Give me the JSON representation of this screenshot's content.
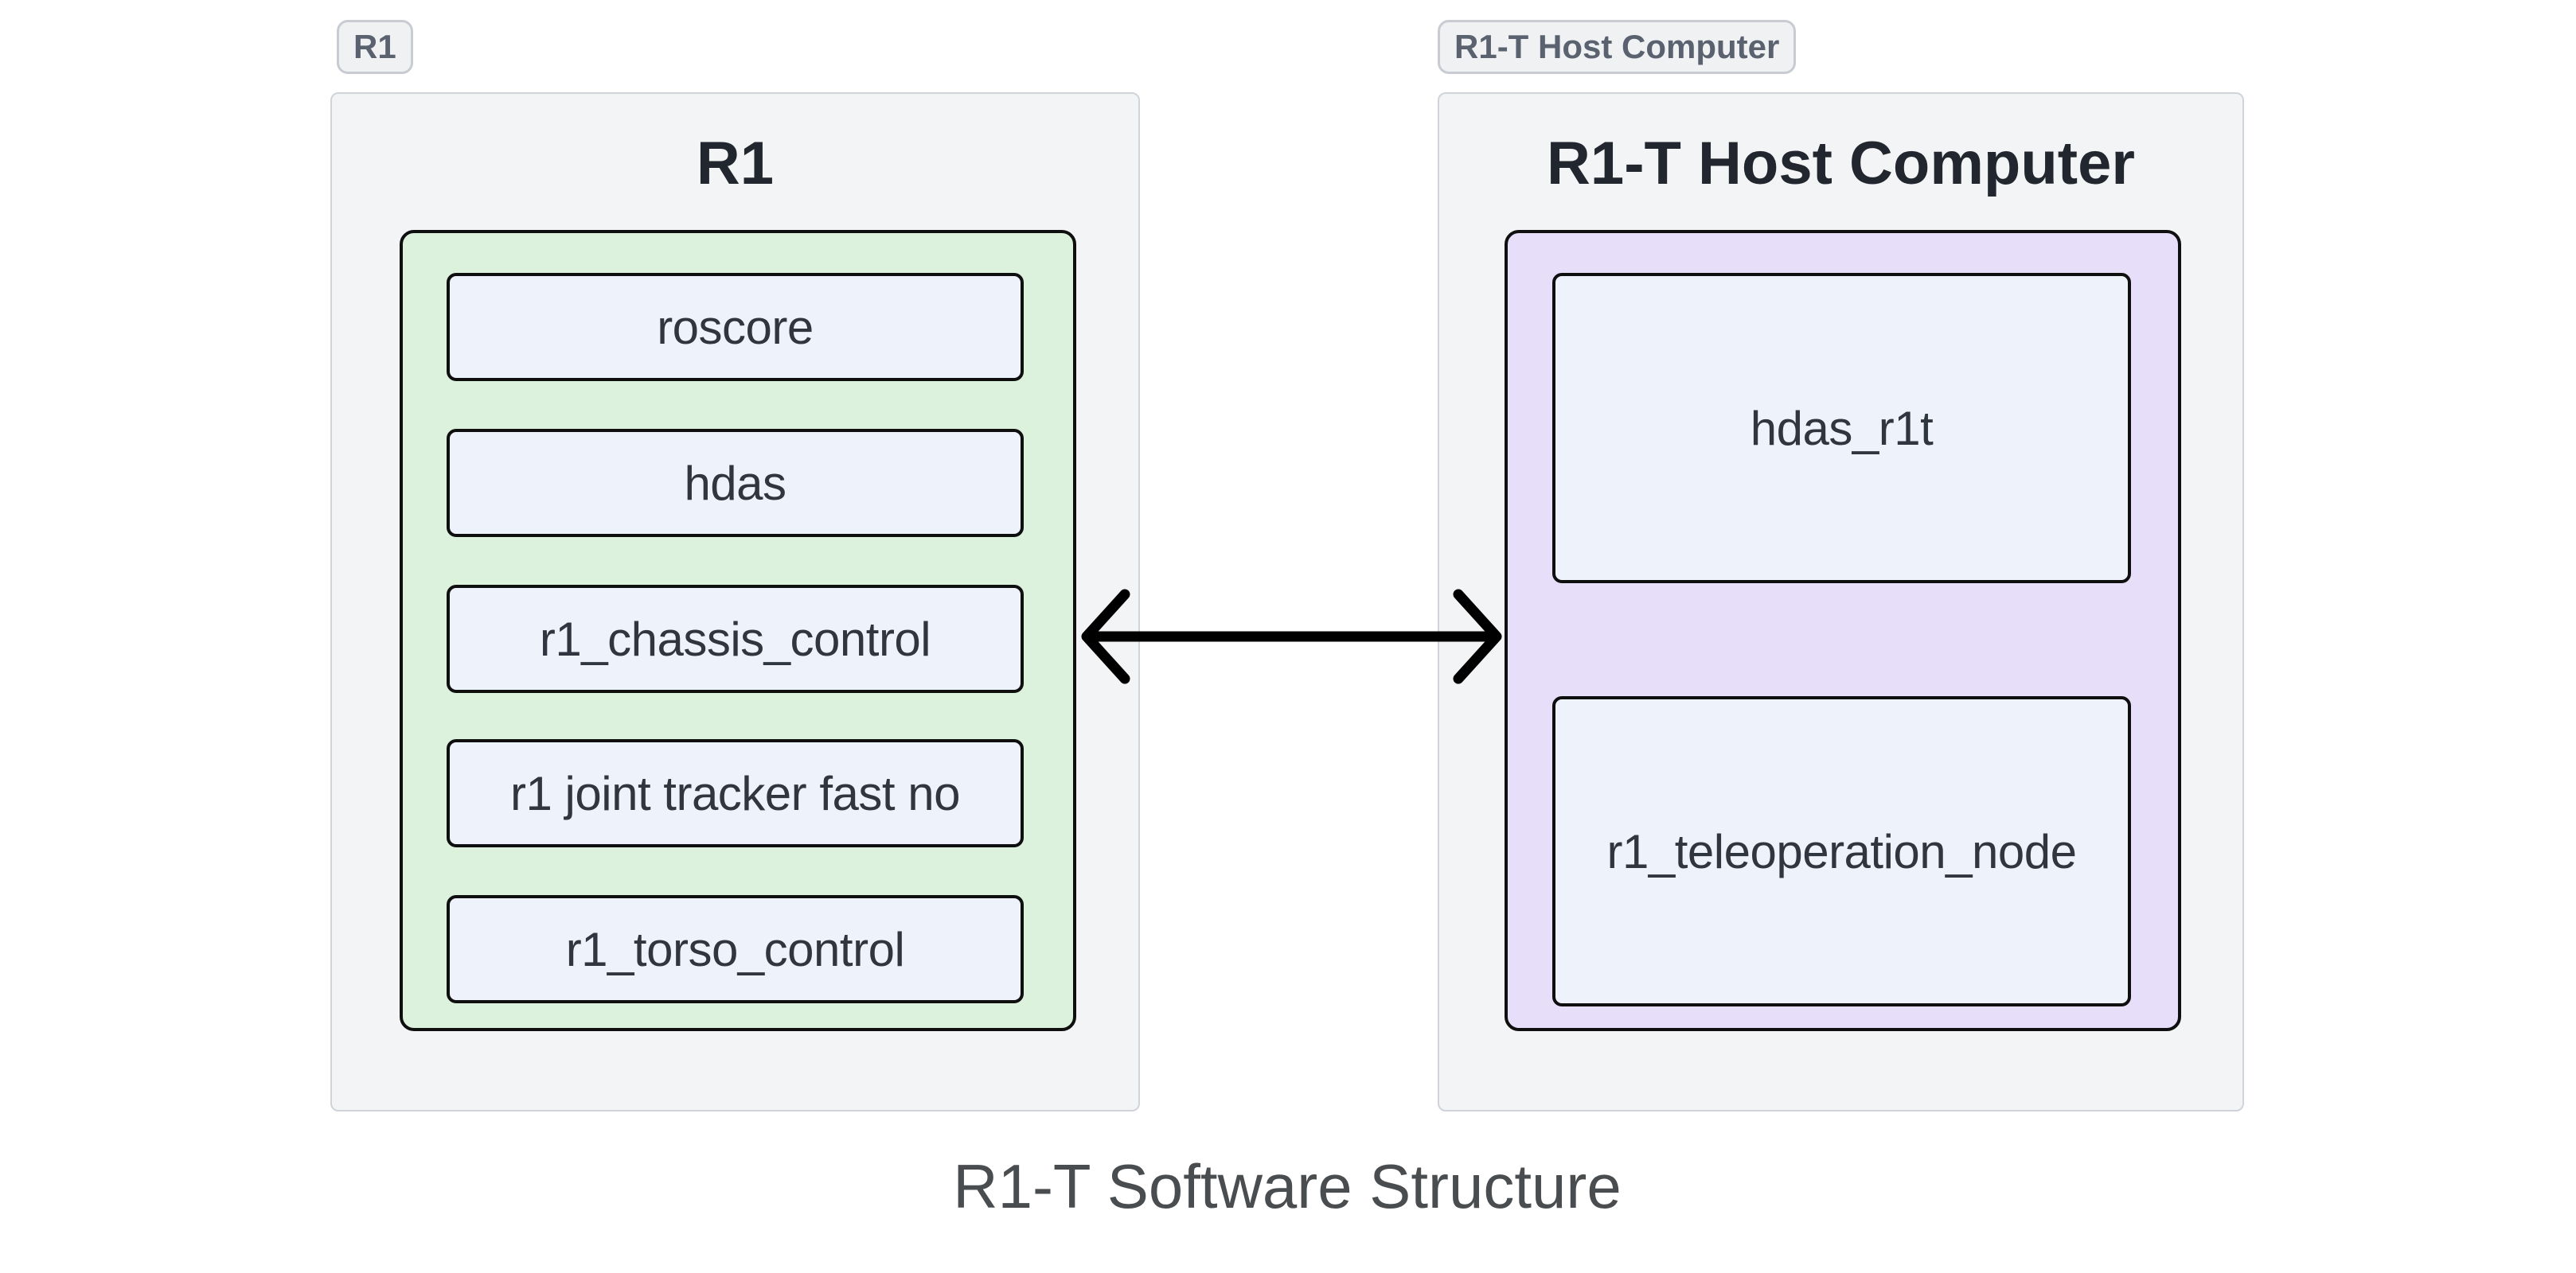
{
  "caption": "R1-T Software Structure",
  "groups": [
    {
      "badge": "R1",
      "title": "R1",
      "nodes": [
        "roscore",
        "hdas",
        "r1_chassis_control",
        "r1 joint tracker fast no",
        "r1_torso_control"
      ]
    },
    {
      "badge": "R1-T Host Computer",
      "title": "R1-T Host Computer",
      "nodes": [
        "hdas_r1t",
        "r1_teleoperation_node"
      ]
    }
  ],
  "connector": {
    "icon": "bidirectional-arrow",
    "from": "R1",
    "to": "R1-T Host Computer"
  },
  "colors": {
    "page-bg": "#ffffff",
    "cluster-fill": "#f3f4f6",
    "cluster-border": "#d0d4da",
    "badge-fill": "#f0f1f3",
    "badge-border": "#c8ccd2",
    "badge-text": "#5a6270",
    "green-fill": "#ddf2dd",
    "purple-fill": "#e7defa",
    "node-fill": "#eef2fb",
    "node-border": "#0f0f0f",
    "node-text": "#2f3640",
    "title-text": "#22262e",
    "caption-text": "#4a4d4f",
    "arrow-color": "#000000"
  }
}
